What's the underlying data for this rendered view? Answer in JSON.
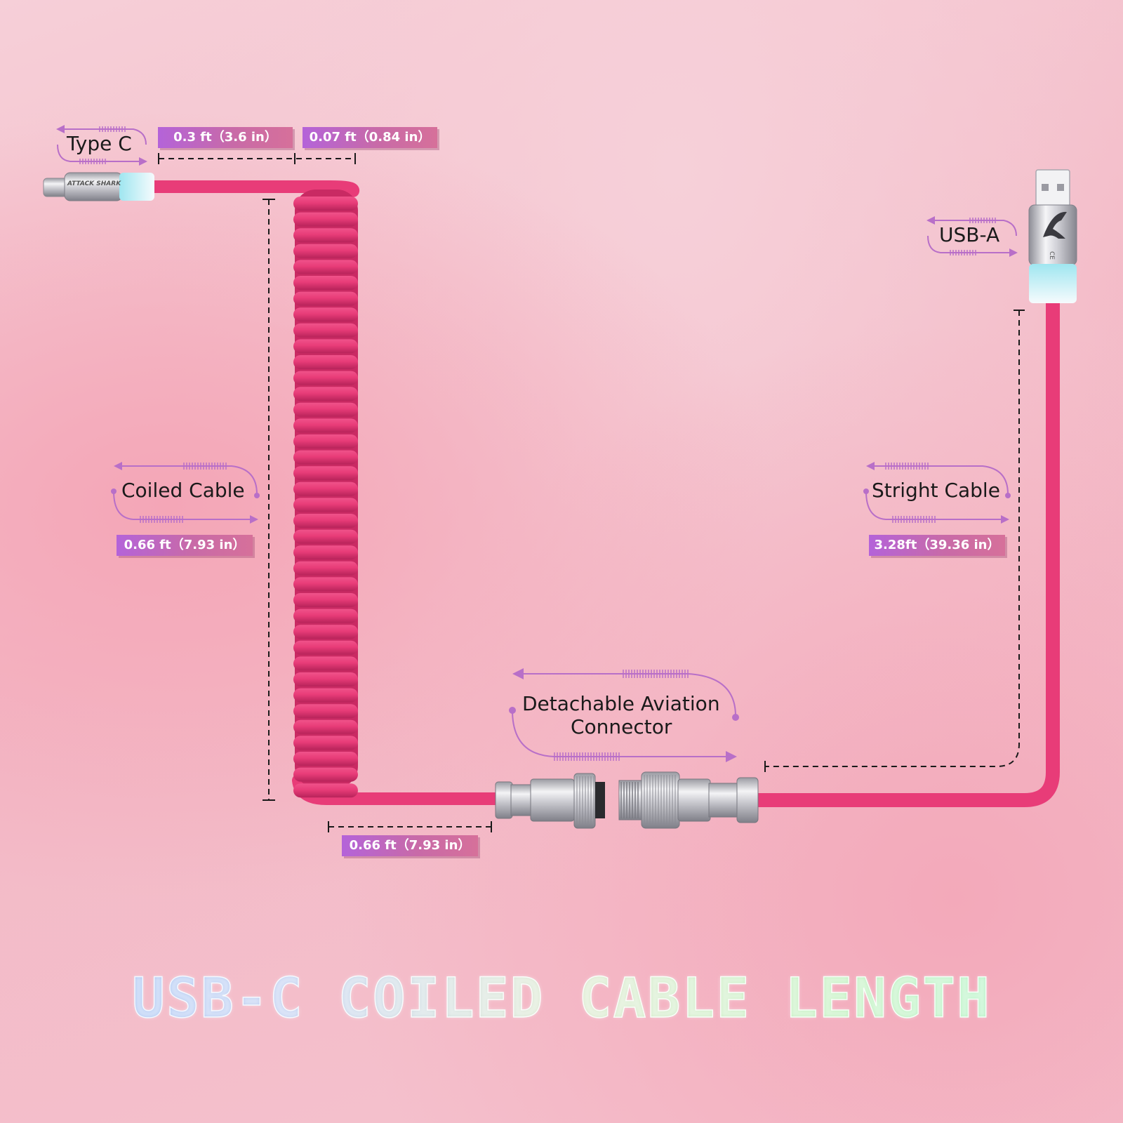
{
  "labels": {
    "type_c": "Type C",
    "usb_a": "USB-A",
    "coiled_cable": "Coiled Cable",
    "straight_cable": "Stright Cable",
    "connector_line1": "Detachable Aviation",
    "connector_line2": "Connector"
  },
  "measurements": {
    "type_c_lead": "0.3 ft（3.6 in）",
    "type_c_plug": "0.07 ft（0.84 in）",
    "coiled": "0.66 ft（7.93 in）",
    "straight": "3.28ft（39.36 in）",
    "connector_lead": "0.66 ft（7.93 in）"
  },
  "connector_brand": "ATTACK SHARK",
  "usb_a_mark": "CE",
  "title": "USB-C COILED CABLE LENGTH",
  "colors": {
    "cable": "#e83c78",
    "cable_dark": "#c92a63",
    "badge_start": "#b463d9",
    "badge_end": "#d6709a",
    "arrow": "#b86fc8",
    "glow": "#b9ecf2",
    "metal": "#d8d8dc"
  }
}
